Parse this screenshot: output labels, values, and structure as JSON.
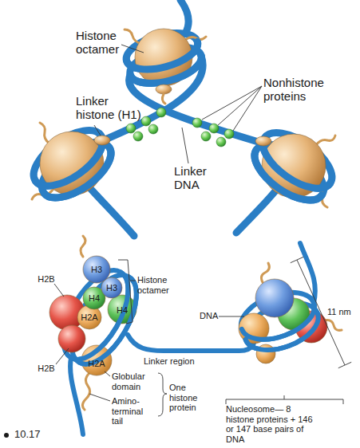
{
  "diagram": {
    "labels": [
      "Histone octamer",
      "Nonhistone proteins",
      "Linker histone (H1)",
      "Linker DNA",
      "H2B",
      "H3",
      "Histone octamer",
      "H3",
      "H4",
      "H2A",
      "H4",
      "DNA",
      "11 nm",
      "H2B",
      "Linker region",
      "H2A",
      "Globular domain",
      "One histone protein",
      "Amino-terminal tail",
      "Nucleosome— 8 histone proteins + 146 or 147 base pairs of DNA",
      "10.17"
    ]
  }
}
